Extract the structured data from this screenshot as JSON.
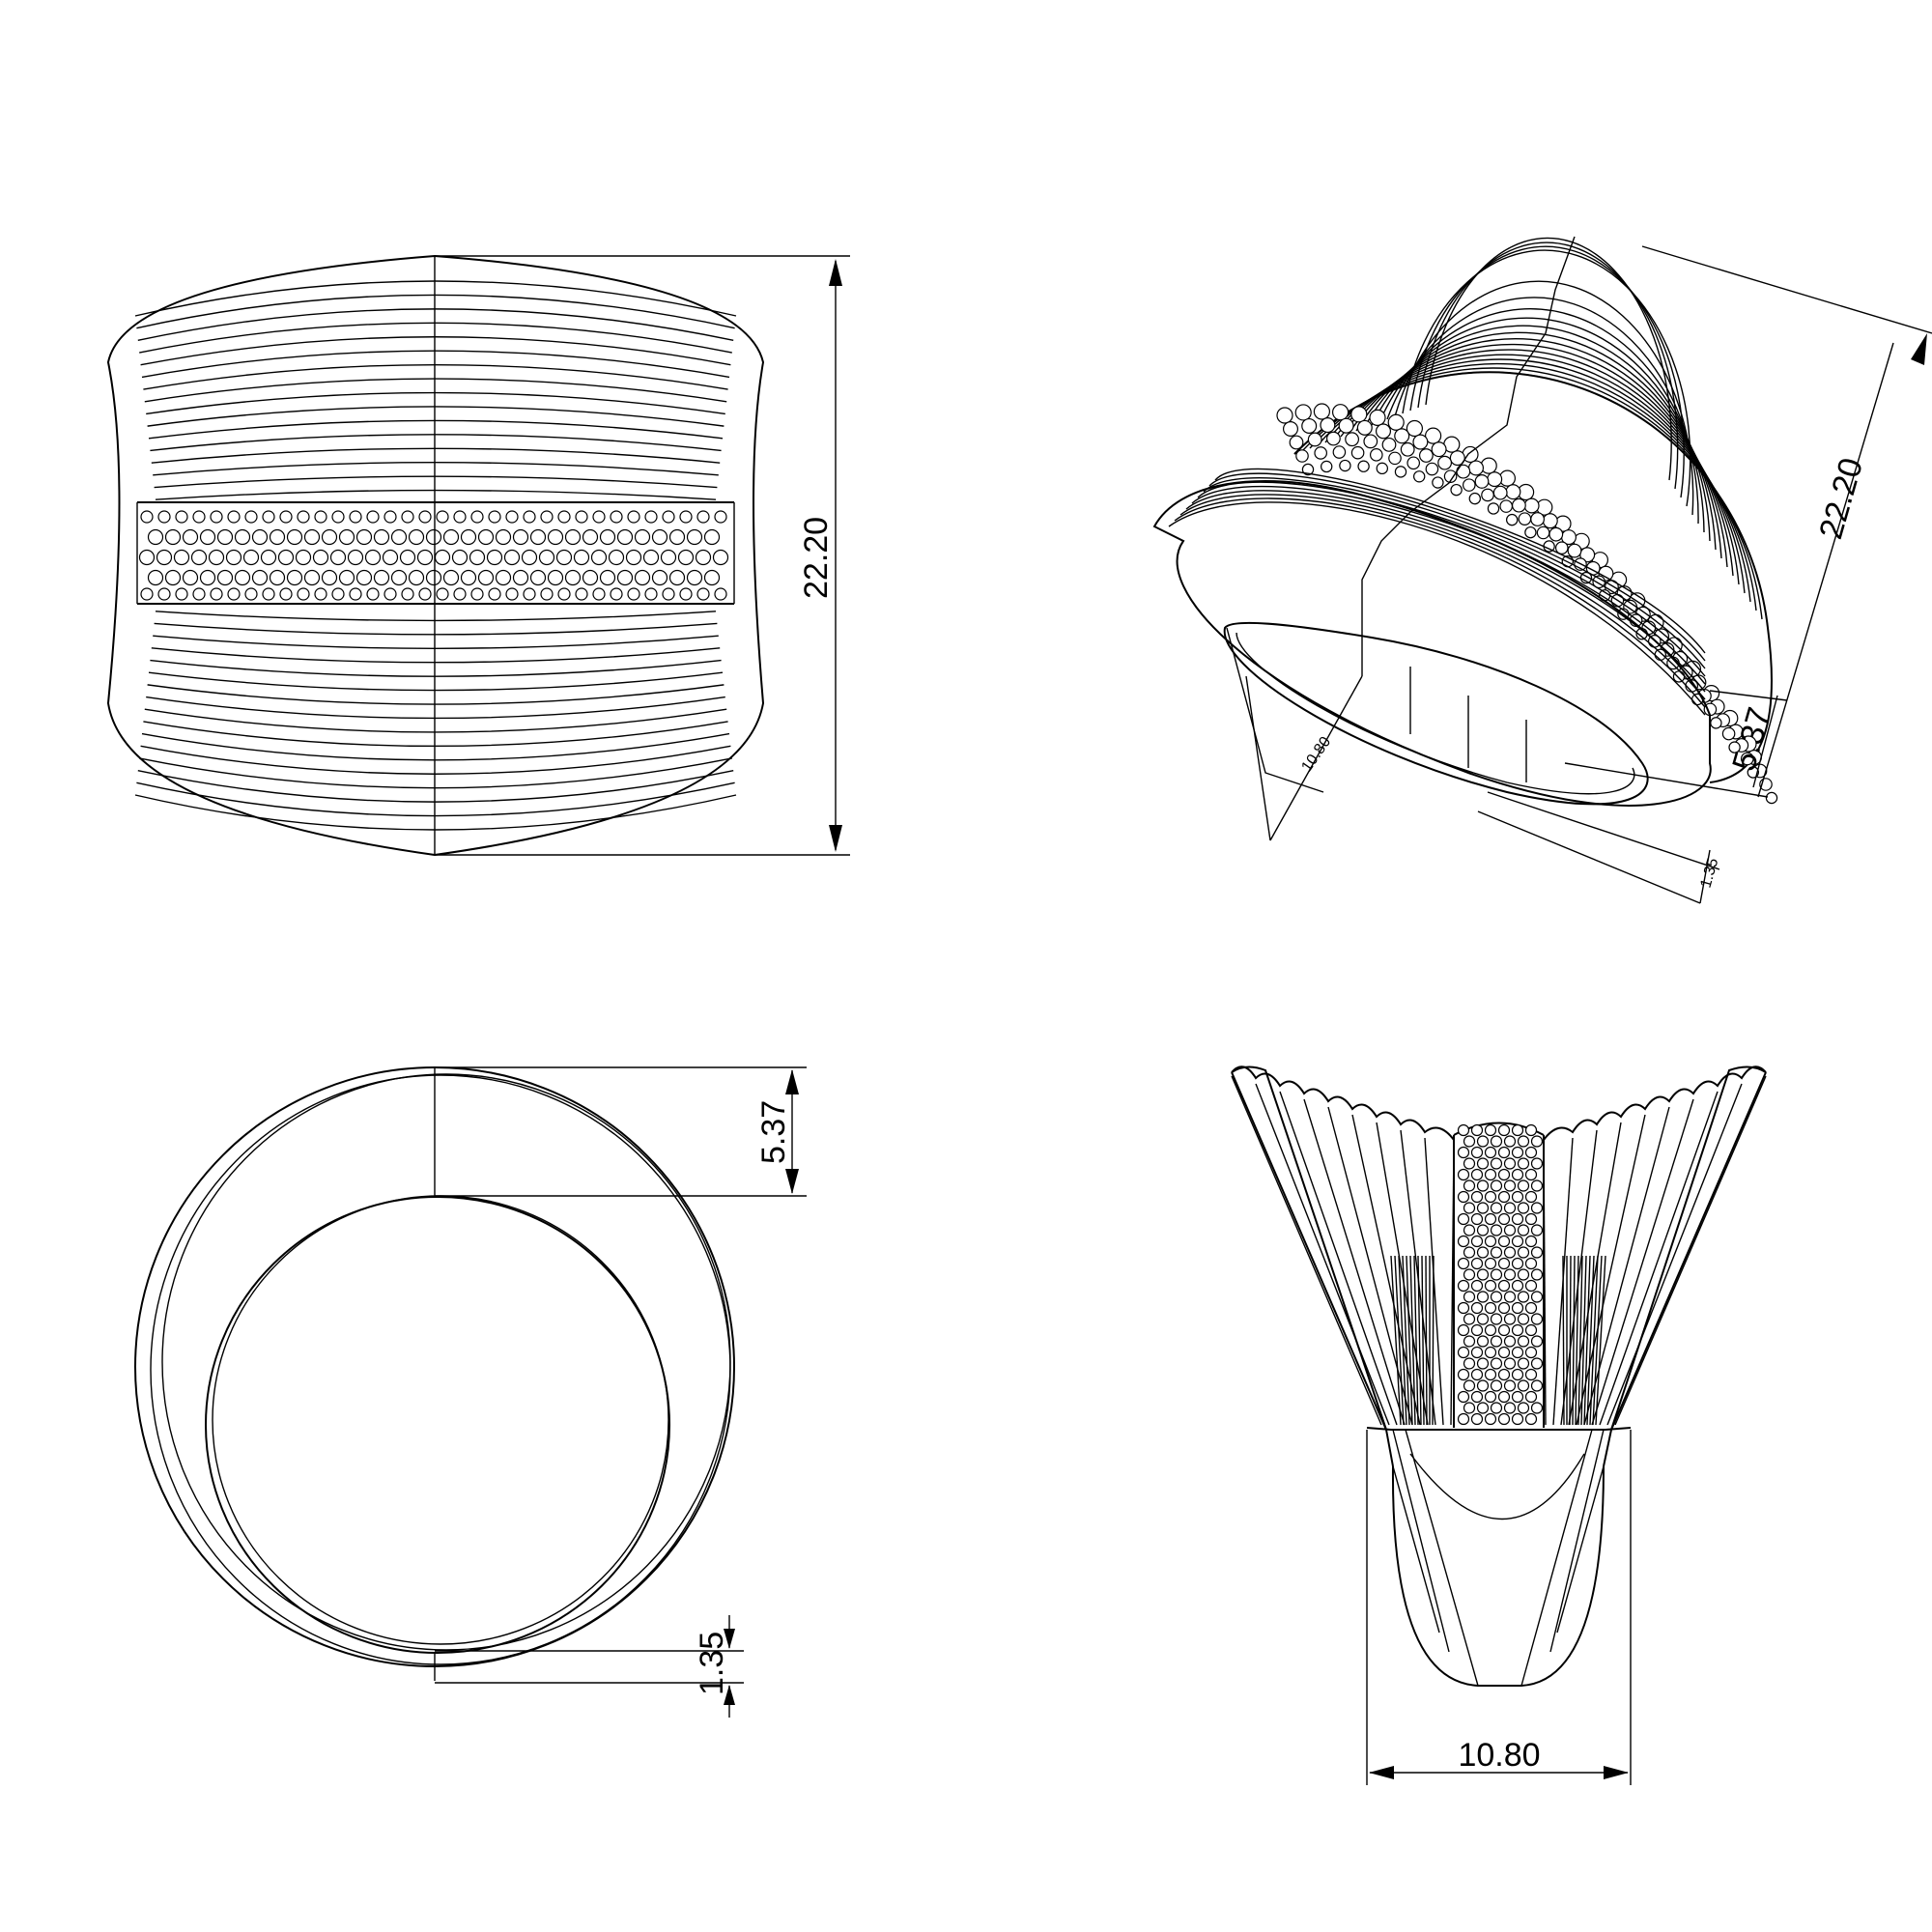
{
  "dimensions": {
    "front_height": "22.20",
    "iso_height": "22.20",
    "iso_top_thickness": "5.37",
    "iso_bottom_thickness": "1.35",
    "iso_inner_diameter": "10.80",
    "side_top_thickness": "5.37",
    "side_bottom_thickness": "1.35",
    "base_width": "10.80"
  },
  "colors": {
    "line": "#000000",
    "background": "#ffffff"
  }
}
